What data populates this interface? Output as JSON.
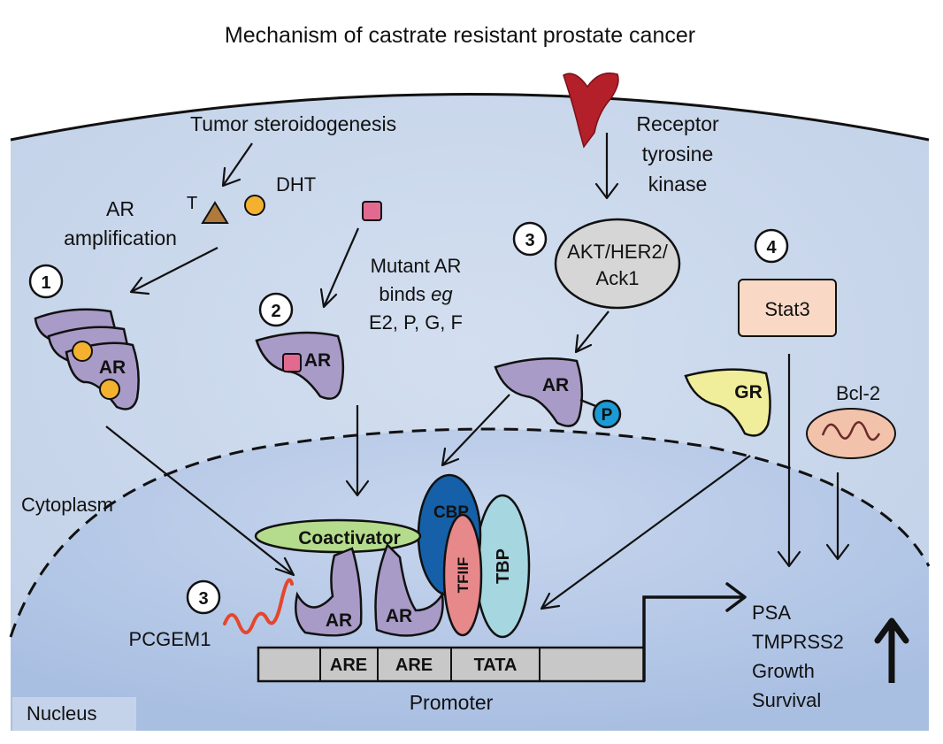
{
  "title": "Mechanism of castrate resistant prostate cancer",
  "compartments": {
    "cytoplasm": "Cytoplasm",
    "nucleus": "Nucleus"
  },
  "steps": [
    "1",
    "2",
    "3",
    "4",
    "3"
  ],
  "ligands": {
    "tumor_steroidogenesis": "Tumor steroidogenesis",
    "testosterone": "T",
    "dht": "DHT"
  },
  "pathway1": {
    "label_line1": "AR",
    "label_line2": "amplification",
    "receptor": "AR"
  },
  "pathway2": {
    "label_line1": "Mutant AR",
    "label_line2_prefix": "binds",
    "label_line2_italic": "eg",
    "label_line3": "E2, P, G, F",
    "receptor": "AR"
  },
  "pathway3": {
    "rtk_line1": "Receptor",
    "rtk_line2": "tyrosine",
    "rtk_line3": "kinase",
    "kinase_line1": "AKT/HER2/",
    "kinase_line2": "Ack1",
    "receptor": "AR",
    "phospho": "P"
  },
  "pathway4": {
    "stat3": "Stat3",
    "gr": "GR",
    "bcl2": "Bcl-2"
  },
  "transcription_complex": {
    "coactivator": "Coactivator",
    "cbp": "CBP",
    "tfiif": "TFIIF",
    "tbp": "TBP",
    "ar_left": "AR",
    "ar_right": "AR",
    "pcgem1": "PCGEM1"
  },
  "promoter": {
    "label": "Promoter",
    "elements": [
      "ARE",
      "ARE",
      "TATA"
    ]
  },
  "outputs": [
    "PSA",
    "TMPRSS2",
    "Growth",
    "Survival"
  ],
  "colors": {
    "cell": "#c9d6ea",
    "nucleus": "#b8cae6",
    "ar_purple": "#a99bc7",
    "dht_orange": "#f4b12f",
    "t_brown": "#b07a3a",
    "mutant_pink": "#e26a91",
    "rtk_red": "#b3202a",
    "kinase_gray": "#d6d6d6",
    "phospho_blue": "#1b9ad6",
    "stat3_fill": "#f9d9c6",
    "gr_yellow": "#f0ee9a",
    "bcl2_fill": "#f2c2aa",
    "coactivator_green": "#b4dc8c",
    "cbp_blue": "#1560a8",
    "tfiif_pink": "#e7888a",
    "tbp_teal": "#a6d6e0",
    "promoter_gray": "#c8c8c8",
    "pcgem1_red": "#e5462c"
  }
}
